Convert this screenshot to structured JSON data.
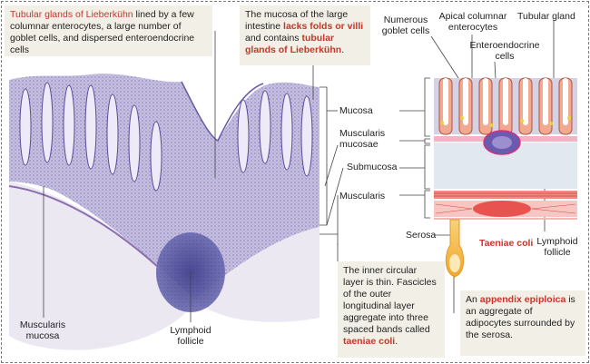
{
  "callouts": {
    "glands": {
      "red": "Tubular glands of Lieberkühn",
      "rest": " lined by a few columnar enterocytes, a large number of goblet cells, and dispersed enteroendocrine cells"
    },
    "mucosa_note": {
      "pre": "The mucosa of the large intestine ",
      "red1": "lacks folds or villi",
      "mid": " and contains ",
      "red2": "tubular glands of Lieberkühn",
      "end": "."
    },
    "circular": {
      "pre": "The inner circular layer is thin. Fascicles of the outer longitudinal layer aggregate into three spaced bands called ",
      "red": "taeniae coli",
      "end": "."
    },
    "epiploica": {
      "pre": "An ",
      "red": "appendix epiploica",
      "rest": " is an aggregate of adipocytes surrounded by the serosa."
    }
  },
  "layers": {
    "mucosa": "Mucosa",
    "muscularis_mucosae_1": "Muscularis",
    "muscularis_mucosae_2": "mucosae",
    "submucosa": "Submucosa",
    "muscularis": "Muscularis",
    "serosa": "Serosa"
  },
  "diagram_labels": {
    "goblet_1": "Numerous",
    "goblet_2": "goblet cells",
    "apical_1": "Apical columnar",
    "apical_2": "enterocytes",
    "tubular_gland": "Tubular gland",
    "entero_1": "Enteroendocrine",
    "entero_2": "cells",
    "taeniae_coli": "Taeniae coli",
    "lymphoid_1": "Lymphoid",
    "lymphoid_2": "follicle"
  },
  "micro_labels": {
    "musc_mucosa_1": "Muscularis",
    "musc_mucosa_2": "mucosa",
    "lymphoid_1": "Lymphoid",
    "lymphoid_2": "follicle"
  }
}
